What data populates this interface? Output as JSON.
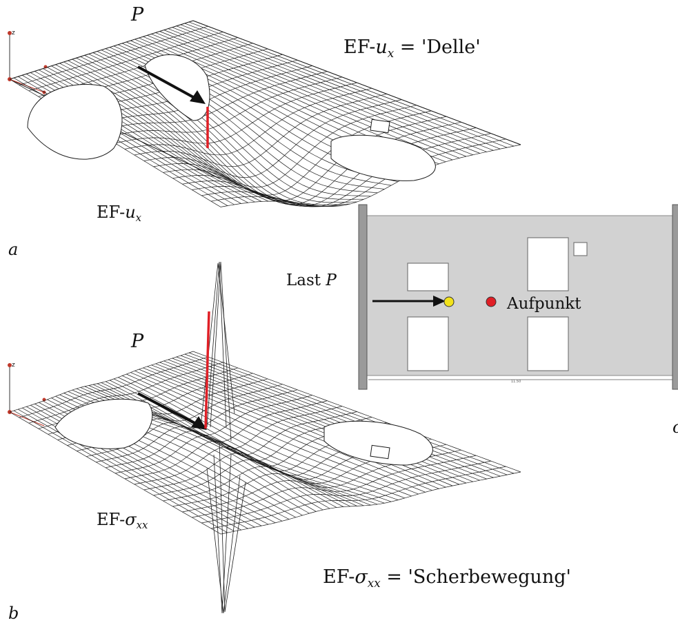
{
  "figure": {
    "panel_a": {
      "letter": "a",
      "load_label": "P",
      "title_prefix": "EF-",
      "title_symbol": "u",
      "title_sub": "x",
      "title_suffix": " = 'Delle'",
      "mesh_label_prefix": "EF-",
      "mesh_label_symbol": "u",
      "mesh_label_sub": "x",
      "axis_label": "z"
    },
    "panel_b": {
      "letter": "b",
      "load_label": "P",
      "title_prefix": "EF-",
      "title_symbol": "σ",
      "title_sub": "xx",
      "title_suffix": " = 'Scherbewegung'",
      "mesh_label_prefix": "EF-",
      "mesh_label_symbol": "σ",
      "mesh_label_sub": "xx",
      "axis_label": "z"
    },
    "panel_c": {
      "letter": "c",
      "load_text": "Last",
      "load_symbol": "P",
      "point_label": "Aufpunkt",
      "dimension": "11.50"
    }
  },
  "colors": {
    "wire": "#1a1a1a",
    "marker": "#e01f26",
    "plate": "#d2d2d2",
    "support": "#9a9a9a",
    "load_point": "#f2e21b",
    "aufpunkt": "#e01f26"
  },
  "icons": {
    "load_arrow": "arrow-right-icon",
    "axis": "axis-triad-icon"
  }
}
